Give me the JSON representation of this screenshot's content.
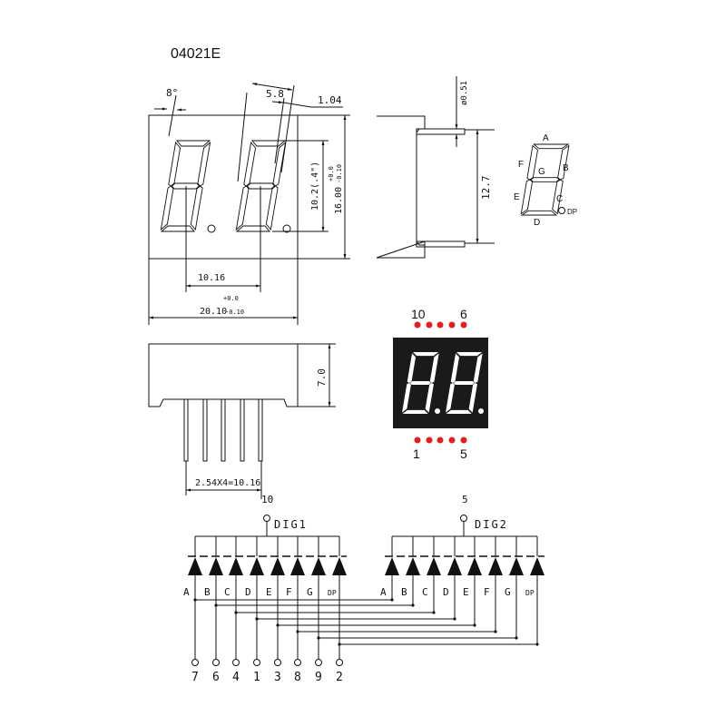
{
  "title": "04021E",
  "front_view": {
    "angle_label": "8°",
    "segment_width_label": "5.8",
    "segment_thickness_label": "1.04",
    "digit_height_label": "10.2(.4\")",
    "height_label": "16.00",
    "height_tol_plus": "+0.0",
    "height_tol_minus": "-0.10",
    "digit_pitch_label": "10.16",
    "width_label": "20.10",
    "width_tol_plus": "+0.0",
    "width_tol_minus": "-0.10"
  },
  "side_view": {
    "pin_diameter_label": "ø0.51",
    "row_spacing_label": "12.7"
  },
  "segment_legend": {
    "labels": [
      "A",
      "B",
      "C",
      "D",
      "E",
      "F",
      "G",
      "DP"
    ]
  },
  "bottom_view": {
    "depth_label": "7.0",
    "pin_pitch_label": "2.54X4=10.16"
  },
  "photo": {
    "top_left_pin": "10",
    "top_right_pin": "6",
    "bottom_left_pin": "1",
    "bottom_right_pin": "5",
    "display_color": "#1a1a1a",
    "pin_dot_color": "#e02020"
  },
  "schematic": {
    "dig1": {
      "label": "DIG1",
      "pin": "10"
    },
    "dig2": {
      "label": "DIG2",
      "pin": "5"
    },
    "segments": [
      "A",
      "B",
      "C",
      "D",
      "E",
      "F",
      "G",
      "DP"
    ],
    "segment_pins": [
      "7",
      "6",
      "4",
      "1",
      "3",
      "8",
      "9",
      "2"
    ]
  }
}
